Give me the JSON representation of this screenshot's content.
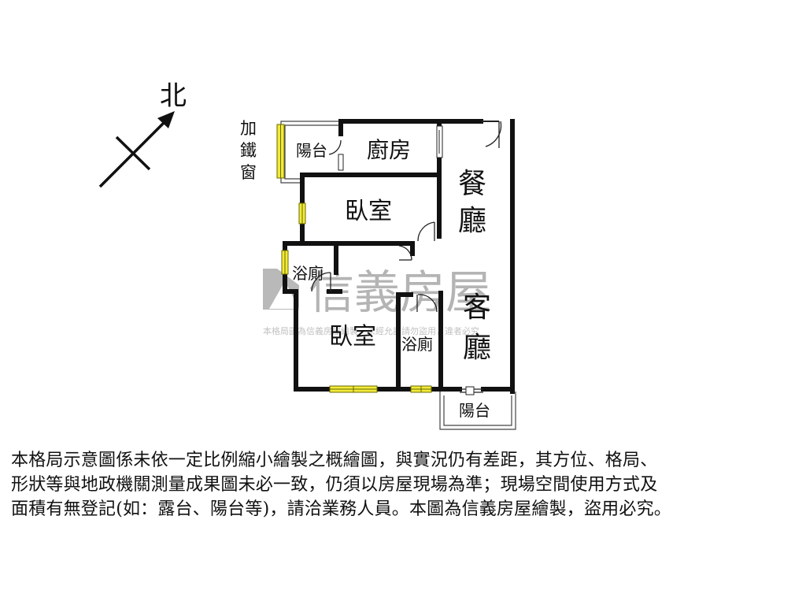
{
  "compass": {
    "north_label": "北"
  },
  "labels": {
    "iron_window": [
      "加",
      "鐵",
      "窗"
    ],
    "balcony_north": "陽台",
    "kitchen": "廚房",
    "dining": [
      "餐",
      "廳"
    ],
    "bedroom_1": "臥室",
    "bath_1": "浴廁",
    "bedroom_2": "臥室",
    "bath_2": "浴廁",
    "living": [
      "客",
      "廳"
    ],
    "balcony_south": "陽台"
  },
  "watermark": {
    "brand": "信義房屋",
    "note": "本格局圖為信義房屋繪製，未經允許請勿盜用，違者必究"
  },
  "disclaimer": [
    "本格局示意圖係未依一定比例縮小繪製之概繪圖，與實況仍有差距，其方位、格局、",
    "形狀等與地政機關測量成果圖未必一致，仍須以房屋現場為準；現場空間使用方式及",
    "面積有無登記(如：露台、陽台等)，請洽業務人員。本圖為信義房屋繪製，盜用必究。"
  ],
  "colors": {
    "wall": "#111111",
    "window_fill": "#f2ea3a",
    "window_stroke": "#6a6a00",
    "watermark": "#b4b4b4"
  }
}
